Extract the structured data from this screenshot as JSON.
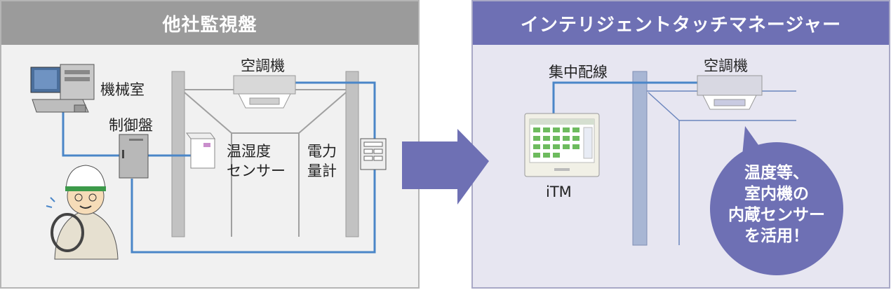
{
  "left": {
    "title": "他社監視盤",
    "labels": {
      "machine_room": "機械室",
      "control_panel": "制御盤",
      "air_conditioner": "空調機",
      "sensor_line1": "温湿度",
      "sensor_line2": "センサー",
      "meter_line1": "電力",
      "meter_line2": "量計"
    }
  },
  "right": {
    "title": "インテリジェントタッチマネージャー",
    "labels": {
      "central_wiring": "集中配線",
      "air_conditioner": "空調機",
      "itm": "iTM"
    },
    "bubble_lines": [
      "温度等、",
      "室内機の",
      "内蔵センサー",
      "を活用！"
    ]
  },
  "colors": {
    "wire": "#4a86c8",
    "left_header": "#9b9b9b",
    "right_header": "#6e70b4",
    "arrow": "#6e70b4",
    "bubble": "#6e70b4"
  }
}
